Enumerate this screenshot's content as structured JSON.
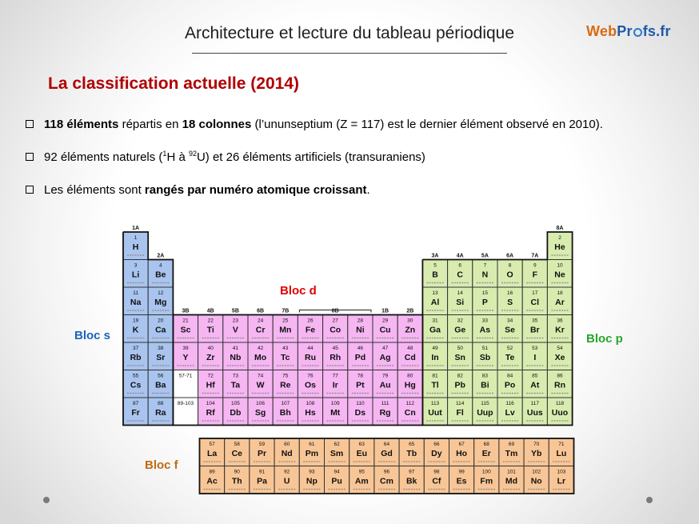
{
  "header": {
    "title": "Architecture et lecture du tableau périodique"
  },
  "logo": {
    "part1": "Web",
    "part2": "Pr",
    "part3": "fs.fr"
  },
  "section_title": "La classification actuelle (2014)",
  "bullets": [
    {
      "b1": "118 éléments",
      "t1": " répartis en ",
      "b2": "18 colonnes",
      "t2": " (l’ununseptium (Z = 117) est le dernier élément observé en 2010)."
    },
    {
      "t1": "92 éléments naturels (",
      "s1": "1",
      "t2": "H à ",
      "s2": "92",
      "t3": "U) et 26 éléments artificiels (transuraniens)"
    },
    {
      "t1": "Les éléments sont ",
      "b1": "rangés par numéro atomique croissant",
      "t2": "."
    }
  ],
  "blocs": {
    "s": "Bloc s",
    "d": "Bloc d",
    "p": "Bloc p",
    "f": "Bloc f"
  },
  "colors": {
    "s": "#a9c4ee",
    "d": "#f5b6f2",
    "p": "#d9ecb0",
    "f": "#f8c696",
    "sep": "#333333",
    "title_red": "#b10000"
  },
  "group_labels": [
    {
      "label": "1A",
      "col": 1,
      "row": 0
    },
    {
      "label": "2A",
      "col": 2,
      "row": 1
    },
    {
      "label": "3B",
      "col": 3,
      "row": 3
    },
    {
      "label": "4B",
      "col": 4,
      "row": 3
    },
    {
      "label": "5B",
      "col": 5,
      "row": 3
    },
    {
      "label": "6B",
      "col": 6,
      "row": 3
    },
    {
      "label": "7B",
      "col": 7,
      "row": 3
    },
    {
      "label": "8B",
      "col": 9,
      "row": 3
    },
    {
      "label": "1B",
      "col": 11,
      "row": 3
    },
    {
      "label": "2B",
      "col": 12,
      "row": 3
    },
    {
      "label": "3A",
      "col": 13,
      "row": 1
    },
    {
      "label": "4A",
      "col": 14,
      "row": 1
    },
    {
      "label": "5A",
      "col": 15,
      "row": 1
    },
    {
      "label": "6A",
      "col": 16,
      "row": 1
    },
    {
      "label": "7A",
      "col": 17,
      "row": 1
    },
    {
      "label": "8A",
      "col": 18,
      "row": 0
    }
  ],
  "main_table": [
    [
      "1",
      "H",
      1,
      1,
      "s"
    ],
    [
      "2",
      "He",
      18,
      1,
      "p"
    ],
    [
      "3",
      "Li",
      1,
      2,
      "s"
    ],
    [
      "4",
      "Be",
      2,
      2,
      "s"
    ],
    [
      "5",
      "B",
      13,
      2,
      "p"
    ],
    [
      "6",
      "C",
      14,
      2,
      "p"
    ],
    [
      "7",
      "N",
      15,
      2,
      "p"
    ],
    [
      "8",
      "O",
      16,
      2,
      "p"
    ],
    [
      "9",
      "F",
      17,
      2,
      "p"
    ],
    [
      "10",
      "Ne",
      18,
      2,
      "p"
    ],
    [
      "11",
      "Na",
      1,
      3,
      "s"
    ],
    [
      "12",
      "Mg",
      2,
      3,
      "s"
    ],
    [
      "13",
      "Al",
      13,
      3,
      "p"
    ],
    [
      "14",
      "Si",
      14,
      3,
      "p"
    ],
    [
      "15",
      "P",
      15,
      3,
      "p"
    ],
    [
      "16",
      "S",
      16,
      3,
      "p"
    ],
    [
      "17",
      "Cl",
      17,
      3,
      "p"
    ],
    [
      "18",
      "Ar",
      18,
      3,
      "p"
    ],
    [
      "19",
      "K",
      1,
      4,
      "s"
    ],
    [
      "20",
      "Ca",
      2,
      4,
      "s"
    ],
    [
      "21",
      "Sc",
      3,
      4,
      "d"
    ],
    [
      "22",
      "Ti",
      4,
      4,
      "d"
    ],
    [
      "23",
      "V",
      5,
      4,
      "d"
    ],
    [
      "24",
      "Cr",
      6,
      4,
      "d"
    ],
    [
      "25",
      "Mn",
      7,
      4,
      "d"
    ],
    [
      "26",
      "Fe",
      8,
      4,
      "d"
    ],
    [
      "27",
      "Co",
      9,
      4,
      "d"
    ],
    [
      "28",
      "Ni",
      10,
      4,
      "d"
    ],
    [
      "29",
      "Cu",
      11,
      4,
      "d"
    ],
    [
      "30",
      "Zn",
      12,
      4,
      "d"
    ],
    [
      "31",
      "Ga",
      13,
      4,
      "p"
    ],
    [
      "32",
      "Ge",
      14,
      4,
      "p"
    ],
    [
      "33",
      "As",
      15,
      4,
      "p"
    ],
    [
      "34",
      "Se",
      16,
      4,
      "p"
    ],
    [
      "35",
      "Br",
      17,
      4,
      "p"
    ],
    [
      "36",
      "Kr",
      18,
      4,
      "p"
    ],
    [
      "37",
      "Rb",
      1,
      5,
      "s"
    ],
    [
      "38",
      "Sr",
      2,
      5,
      "s"
    ],
    [
      "39",
      "Y",
      3,
      5,
      "d"
    ],
    [
      "40",
      "Zr",
      4,
      5,
      "d"
    ],
    [
      "41",
      "Nb",
      5,
      5,
      "d"
    ],
    [
      "42",
      "Mo",
      6,
      5,
      "d"
    ],
    [
      "43",
      "Tc",
      7,
      5,
      "d"
    ],
    [
      "44",
      "Ru",
      8,
      5,
      "d"
    ],
    [
      "45",
      "Rh",
      9,
      5,
      "d"
    ],
    [
      "46",
      "Pd",
      10,
      5,
      "d"
    ],
    [
      "47",
      "Ag",
      11,
      5,
      "d"
    ],
    [
      "48",
      "Cd",
      12,
      5,
      "d"
    ],
    [
      "49",
      "In",
      13,
      5,
      "p"
    ],
    [
      "50",
      "Sn",
      14,
      5,
      "p"
    ],
    [
      "51",
      "Sb",
      15,
      5,
      "p"
    ],
    [
      "52",
      "Te",
      16,
      5,
      "p"
    ],
    [
      "53",
      "I",
      17,
      5,
      "p"
    ],
    [
      "54",
      "Xe",
      18,
      5,
      "p"
    ],
    [
      "55",
      "Cs",
      1,
      6,
      "s"
    ],
    [
      "56",
      "Ba",
      2,
      6,
      "s"
    ],
    [
      "57-71",
      "",
      3,
      6,
      "w"
    ],
    [
      "72",
      "Hf",
      4,
      6,
      "d"
    ],
    [
      "73",
      "Ta",
      5,
      6,
      "d"
    ],
    [
      "74",
      "W",
      6,
      6,
      "d"
    ],
    [
      "75",
      "Re",
      7,
      6,
      "d"
    ],
    [
      "76",
      "Os",
      8,
      6,
      "d"
    ],
    [
      "77",
      "Ir",
      9,
      6,
      "d"
    ],
    [
      "78",
      "Pt",
      10,
      6,
      "d"
    ],
    [
      "79",
      "Au",
      11,
      6,
      "d"
    ],
    [
      "80",
      "Hg",
      12,
      6,
      "d"
    ],
    [
      "81",
      "Tl",
      13,
      6,
      "p"
    ],
    [
      "82",
      "Pb",
      14,
      6,
      "p"
    ],
    [
      "83",
      "Bi",
      15,
      6,
      "p"
    ],
    [
      "84",
      "Po",
      16,
      6,
      "p"
    ],
    [
      "85",
      "At",
      17,
      6,
      "p"
    ],
    [
      "86",
      "Rn",
      18,
      6,
      "p"
    ],
    [
      "87",
      "Fr",
      1,
      7,
      "s"
    ],
    [
      "88",
      "Ra",
      2,
      7,
      "s"
    ],
    [
      "89-103",
      "",
      3,
      7,
      "w"
    ],
    [
      "104",
      "Rf",
      4,
      7,
      "d"
    ],
    [
      "105",
      "Db",
      5,
      7,
      "d"
    ],
    [
      "106",
      "Sg",
      6,
      7,
      "d"
    ],
    [
      "107",
      "Bh",
      7,
      7,
      "d"
    ],
    [
      "108",
      "Hs",
      8,
      7,
      "d"
    ],
    [
      "109",
      "Mt",
      9,
      7,
      "d"
    ],
    [
      "110",
      "Ds",
      10,
      7,
      "d"
    ],
    [
      "111",
      "Rg",
      11,
      7,
      "d"
    ],
    [
      "112",
      "Cn",
      12,
      7,
      "d"
    ],
    [
      "113",
      "Uut",
      13,
      7,
      "p"
    ],
    [
      "114",
      "Fl",
      14,
      7,
      "p"
    ],
    [
      "115",
      "Uup",
      15,
      7,
      "p"
    ],
    [
      "116",
      "Lv",
      16,
      7,
      "p"
    ],
    [
      "117",
      "Uus",
      17,
      7,
      "p"
    ],
    [
      "118",
      "Uuo",
      18,
      7,
      "p"
    ]
  ],
  "f_rows": [
    [
      [
        "57",
        "La"
      ],
      [
        "58",
        "Ce"
      ],
      [
        "59",
        "Pr"
      ],
      [
        "60",
        "Nd"
      ],
      [
        "61",
        "Pm"
      ],
      [
        "62",
        "Sm"
      ],
      [
        "63",
        "Eu"
      ],
      [
        "64",
        "Gd"
      ],
      [
        "65",
        "Tb"
      ],
      [
        "66",
        "Dy"
      ],
      [
        "67",
        "Ho"
      ],
      [
        "68",
        "Er"
      ],
      [
        "69",
        "Tm"
      ],
      [
        "70",
        "Yb"
      ],
      [
        "71",
        "Lu"
      ]
    ],
    [
      [
        "89",
        "Ac"
      ],
      [
        "90",
        "Th"
      ],
      [
        "91",
        "Pa"
      ],
      [
        "92",
        "U"
      ],
      [
        "93",
        "Np"
      ],
      [
        "94",
        "Pu"
      ],
      [
        "95",
        "Am"
      ],
      [
        "96",
        "Cm"
      ],
      [
        "97",
        "Bk"
      ],
      [
        "98",
        "Cf"
      ],
      [
        "99",
        "Es"
      ],
      [
        "100",
        "Fm"
      ],
      [
        "101",
        "Md"
      ],
      [
        "102",
        "No"
      ],
      [
        "103",
        "Lr"
      ]
    ]
  ]
}
